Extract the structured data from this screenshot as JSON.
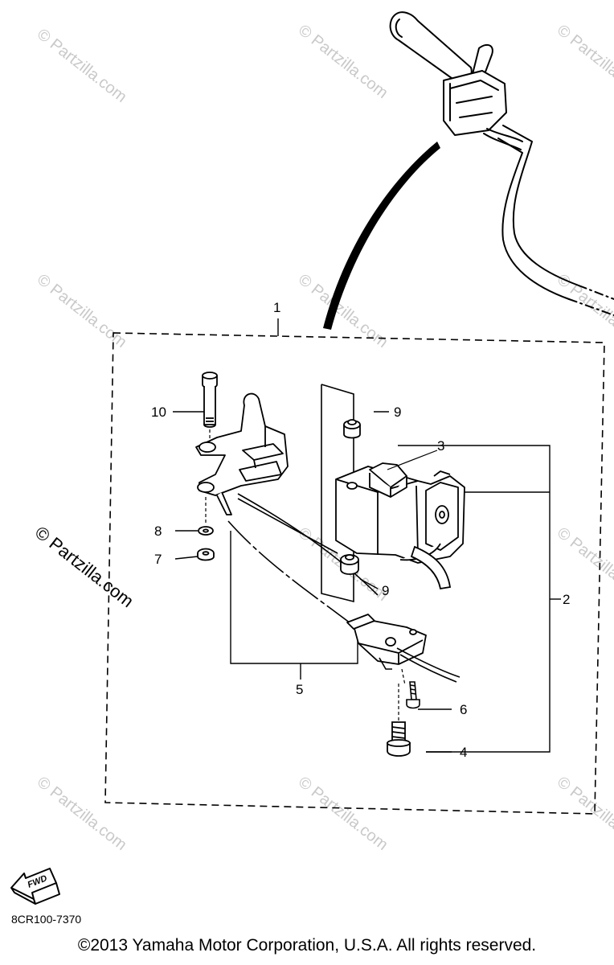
{
  "diagram": {
    "callouts": {
      "c1": "1",
      "c2": "2",
      "c3": "3",
      "c4": "4",
      "c5": "5",
      "c6": "6",
      "c7": "7",
      "c8": "8",
      "c9a": "9",
      "c9b": "9",
      "c10": "10"
    },
    "fwd_label": "FWD",
    "diagram_code": "8CR100-7370"
  },
  "watermark": {
    "text": "© Partzilla.com"
  },
  "footer": {
    "copyright": "©2013  Yamaha Motor Corporation, U.S.A. All rights reserved."
  },
  "colors": {
    "line": "#000000",
    "watermark": "#c9c9c9",
    "background": "#ffffff"
  }
}
